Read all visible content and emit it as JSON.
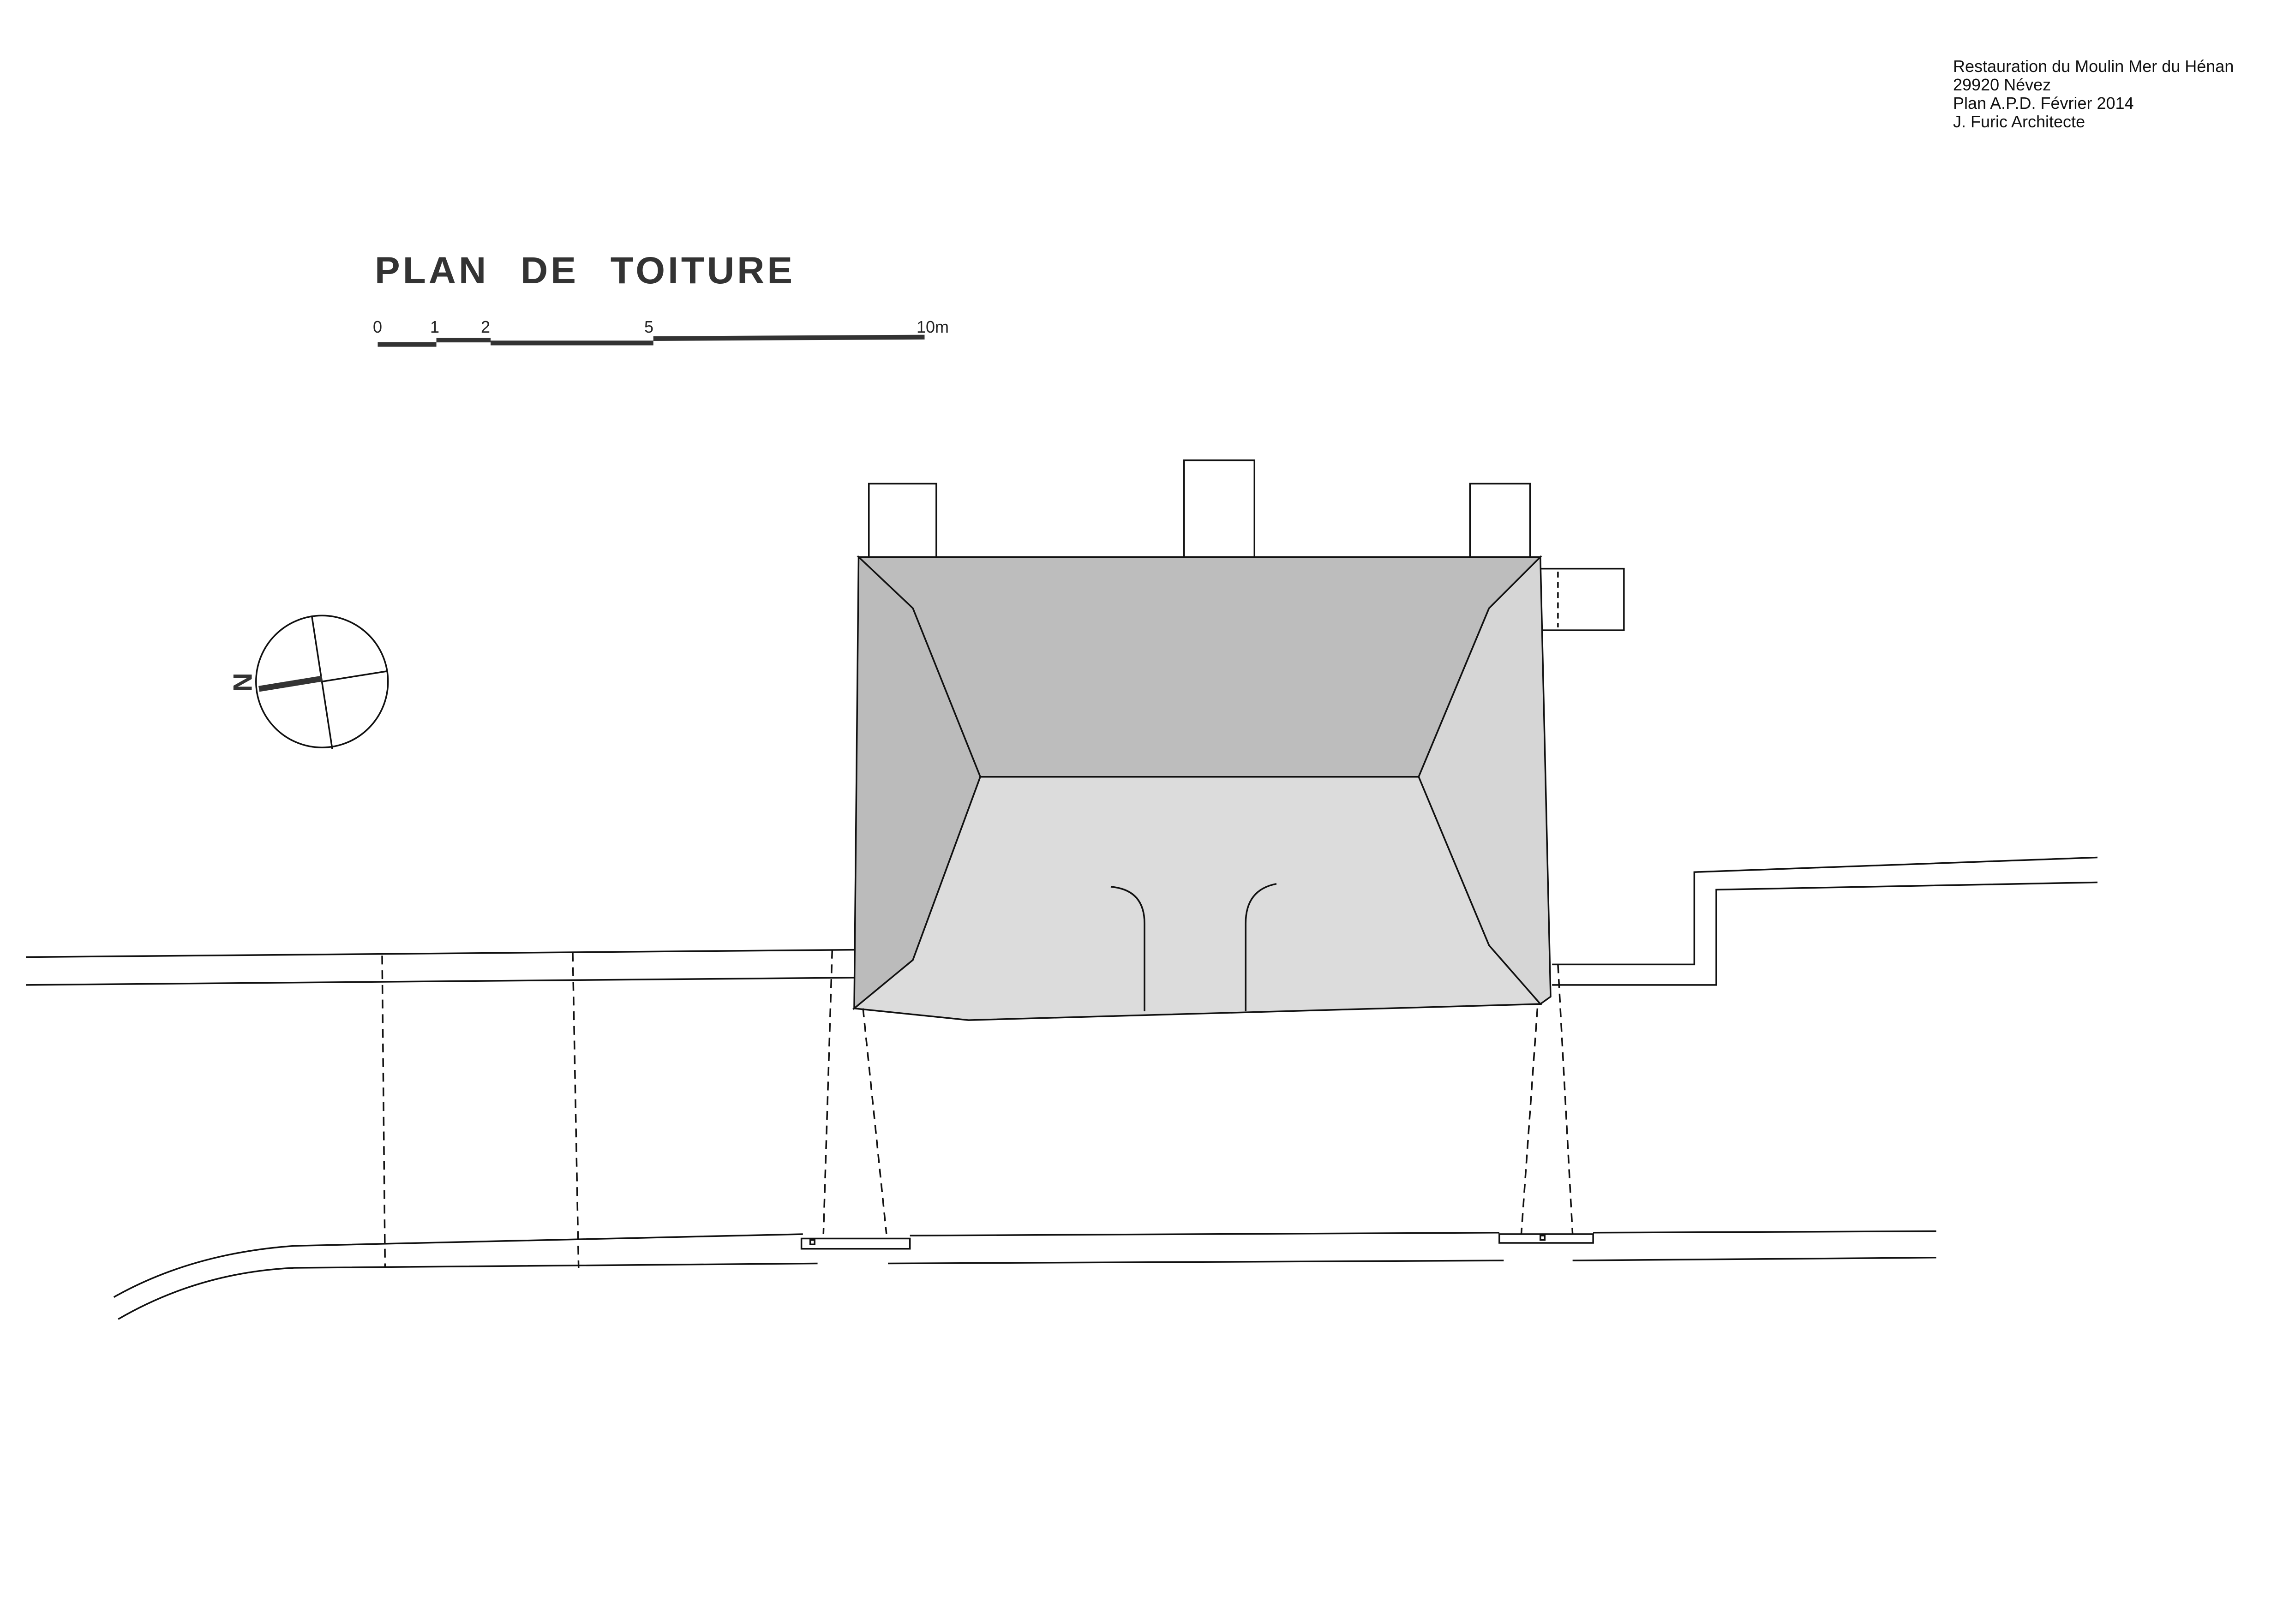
{
  "title_block": {
    "lines": [
      "Restauration du Moulin Mer du Hénan",
      "29920 Névez",
      "Plan A.P.D. Février 2014",
      "J. Furic Architecte"
    ]
  },
  "plan_title": "PLAN DE TOITURE",
  "scale_bar": {
    "labels": [
      "0",
      "1",
      "2",
      "5",
      "10m"
    ]
  },
  "north_arrow": {
    "label": "N"
  },
  "colors": {
    "line": "#111111",
    "roof_dark": "#bdbdbd",
    "roof_light": "#dcdcdc"
  }
}
